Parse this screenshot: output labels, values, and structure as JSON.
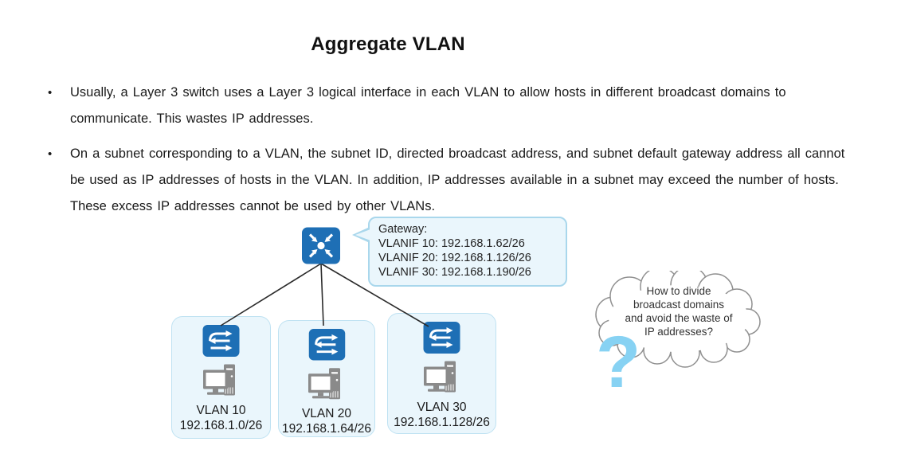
{
  "slide": {
    "title": "Aggregate VLAN"
  },
  "bullets": [
    "Usually, a Layer 3 switch uses a Layer 3 logical interface in each VLAN to allow hosts in different broadcast domains to communicate. This wastes IP addresses.",
    "On a subnet corresponding to a VLAN, the subnet ID, directed broadcast address, and subnet default gateway address all cannot be used as IP addresses of hosts in the VLAN. In addition, IP addresses available in a subnet may exceed the number of hosts. These excess IP addresses cannot be used by other VLANs."
  ],
  "diagram": {
    "gateway_callout": {
      "lines": [
        "Gateway:",
        "VLANIF 10: 192.168.1.62/26",
        "VLANIF 20: 192.168.1.126/26",
        "VLANIF 30: 192.168.1.190/26"
      ]
    },
    "vlans": [
      {
        "name": "VLAN 10",
        "subnet": "192.168.1.0/26"
      },
      {
        "name": "VLAN 20",
        "subnet": "192.168.1.64/26"
      },
      {
        "name": "VLAN 30",
        "subnet": "192.168.1.128/26"
      }
    ],
    "thought_cloud": {
      "lines": [
        "How to divide",
        "broadcast domains",
        "and avoid the waste of",
        "IP addresses?"
      ],
      "question_mark": "?"
    }
  },
  "colors": {
    "icon_blue": "#1E6FB5",
    "card_bg": "#EAF6FC",
    "card_border": "#BFE2F2",
    "callout_bg": "#EAF6FC",
    "callout_border": "#A9D7EC",
    "question_mark_blue": "#87D2F3",
    "cloud_outline": "#909090",
    "connector_line": "#2B2B2B",
    "pc_gray": "#8A8A8A"
  }
}
